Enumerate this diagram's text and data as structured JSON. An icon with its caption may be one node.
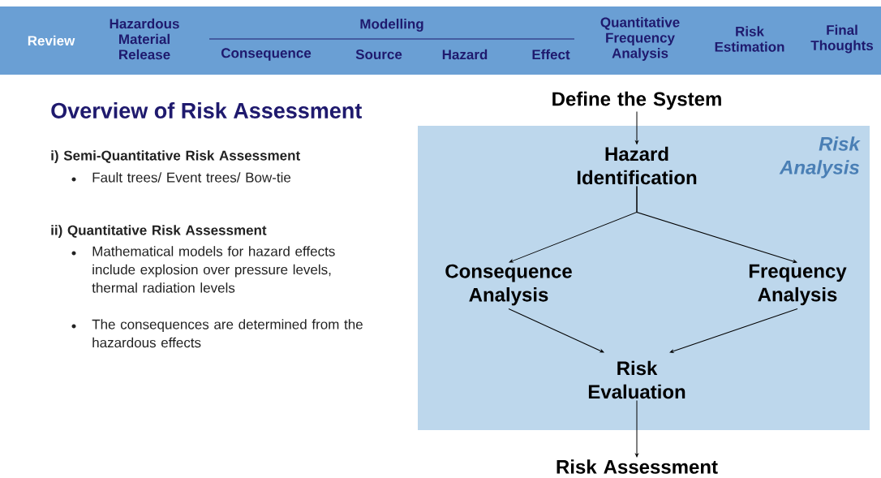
{
  "diagram": {
    "title": "Overview of Risk Assessment",
    "nodes": [
      {
        "text": [
          "Define the System"
        ]
      },
      {
        "text": [
          "Risk Analysis"
        ]
      },
      {
        "text": [
          "Hazard Identification"
        ],
        "in": 1
      },
      {
        "text": [
          "Consequence Analysis"
        ],
        "in": 1
      },
      {
        "text": [
          "Frequency Analysis"
        ],
        "in": 1
      },
      {
        "text": [
          "Risk Evaluation"
        ],
        "in": 1
      },
      {
        "text": [
          "Risk Assessment"
        ]
      }
    ],
    "edges": [
      {
        "from": 0,
        "to": 2,
        "arrow": "to"
      },
      {
        "from": 2,
        "to": 3,
        "arrow": "to"
      },
      {
        "from": 2,
        "to": 4,
        "arrow": "to"
      },
      {
        "from": 3,
        "to": 5,
        "arrow": "to"
      },
      {
        "from": 4,
        "to": 5,
        "arrow": "to"
      },
      {
        "from": 5,
        "to": 6,
        "arrow": "to"
      }
    ],
    "labels": [
      "Review",
      "Hazardous Material Release",
      "Modelling",
      "Consequence",
      "Source",
      "Hazard",
      "Effect",
      "Quantitative Frequency Analysis",
      "Risk Estimation",
      "Final Thoughts",
      "i) Semi-Quantitative Risk Assessment",
      "Fault trees/ Event trees/ Bow-tie",
      "ii) Quantitative Risk Assessment",
      "Mathematical models for hazard effects include explosion over pressure levels, thermal radiation levels",
      "The consequences are determined from the hazardous effects"
    ]
  }
}
